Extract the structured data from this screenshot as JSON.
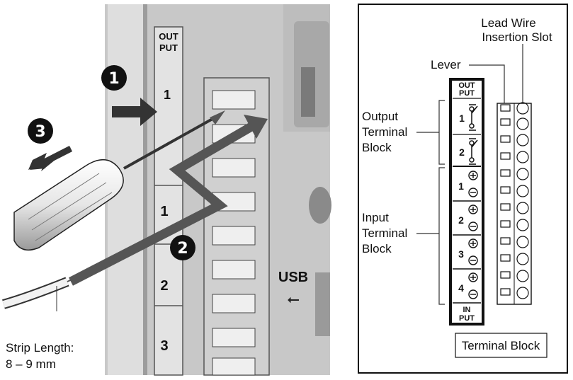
{
  "left_illustration": {
    "steps": [
      "1",
      "2",
      "3"
    ],
    "strip_length_label": "Strip Length:",
    "strip_length_value": "8 – 9 mm",
    "output_label_line1": "OUT",
    "output_label_line2": "PUT",
    "usb_label": "USB",
    "terminal_numbers": [
      "1",
      "2",
      "3"
    ]
  },
  "right_diagram": {
    "lead_wire_label_line1": "Lead Wire",
    "lead_wire_label_line2": "Insertion Slot",
    "lever_label": "Lever",
    "output_block_line1": "Output",
    "output_block_line2": "Terminal",
    "output_block_line3": "Block",
    "input_block_line1": "Input",
    "input_block_line2": "Terminal",
    "input_block_line3": "Block",
    "out_tag_line1": "OUT",
    "out_tag_line2": "PUT",
    "in_tag_line1": "IN",
    "in_tag_line2": "PUT",
    "output_numbers": [
      "1",
      "2"
    ],
    "input_numbers": [
      "1",
      "2",
      "3",
      "4"
    ],
    "caption": "Terminal Block"
  }
}
